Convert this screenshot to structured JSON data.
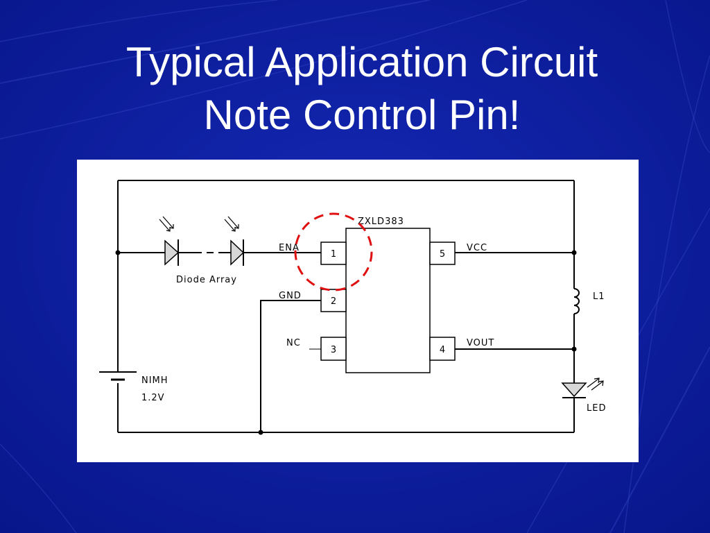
{
  "slide": {
    "title_line1": "Typical Application Circuit",
    "title_line2": "Note Control Pin!"
  },
  "schematic": {
    "ic_label": "ZXLD383",
    "pins": {
      "p1": {
        "num": "1",
        "name": "ENA"
      },
      "p2": {
        "num": "2",
        "name": "GND"
      },
      "p3": {
        "num": "3",
        "name": "NC"
      },
      "p4": {
        "num": "4",
        "name": "VOUT"
      },
      "p5": {
        "num": "5",
        "name": "VCC"
      }
    },
    "diode_array_label": "Diode Array",
    "inductor_label": "L1",
    "led_label": "LED",
    "battery_label": "NIMH",
    "battery_voltage": "1.2V"
  },
  "colors": {
    "background": "#0a1a9e",
    "highlight": "#e01010"
  }
}
